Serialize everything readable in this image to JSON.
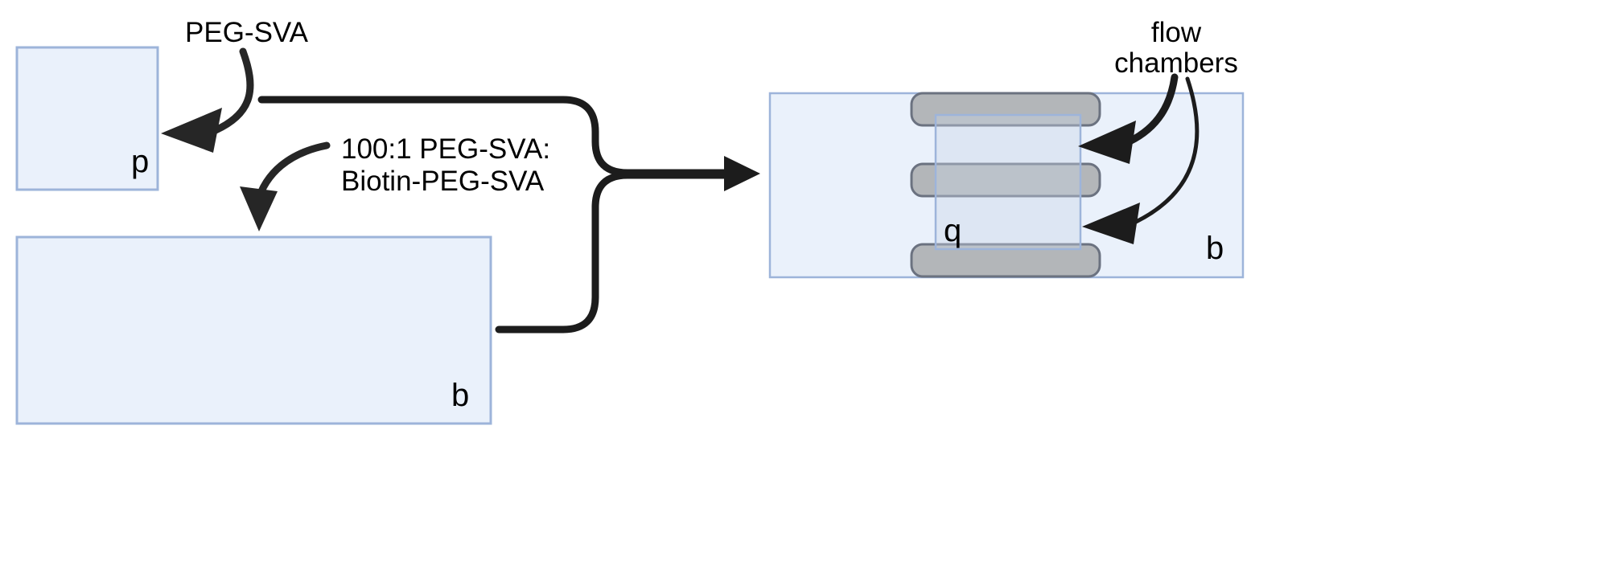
{
  "figure": {
    "type": "schematic-diagram",
    "background": "#ffffff"
  },
  "colors": {
    "slide_fill": "#eaf1fb",
    "slide_border": "#9db4da",
    "coverslip_fill": "#dde4f0",
    "coverslip_border": "#9db4da",
    "chamber_fill": "#b3b6b9",
    "chamber_border": "#6b7280",
    "arrow": "#262626",
    "text": "#000000"
  },
  "left": {
    "coverslip_box": {
      "label": "p",
      "name": "coverslip"
    },
    "slide_box": {
      "label": "b",
      "name": "glass-slide"
    },
    "annotations": {
      "top": "PEG-SVA",
      "bottom_line1": "100:1 PEG-SVA:",
      "bottom_line2": "Biotin-PEG-SVA"
    }
  },
  "right": {
    "assembly": {
      "slide_label": "b",
      "coverslip_label": "q"
    },
    "annotations": {
      "flow_chambers_line1": "flow",
      "flow_chambers_line2": "chambers"
    },
    "chambers": [
      {
        "index": 1,
        "name": "flow-chamber-top"
      },
      {
        "index": 2,
        "name": "flow-chamber-middle"
      },
      {
        "index": 3,
        "name": "flow-chamber-bottom"
      }
    ]
  }
}
